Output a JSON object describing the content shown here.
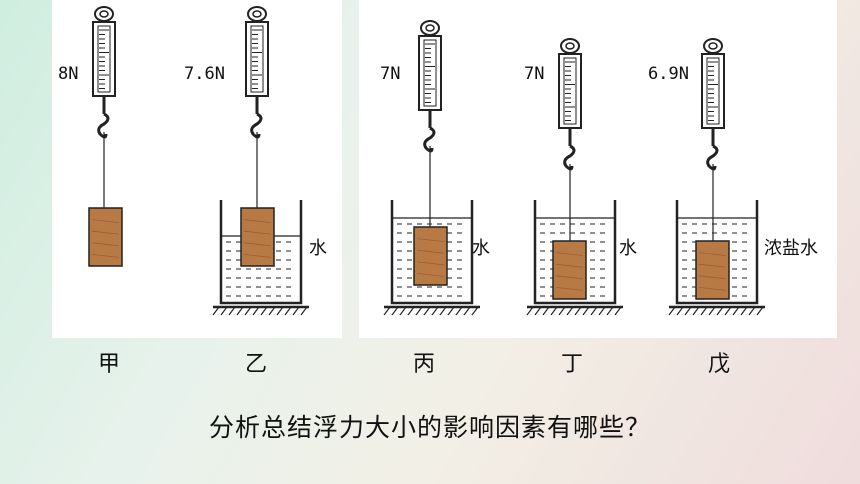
{
  "figures": [
    {
      "id": "jia",
      "reading": "8N",
      "liquid": "",
      "caption": "甲"
    },
    {
      "id": "yi",
      "reading": "7.6N",
      "liquid": "水",
      "caption": "乙"
    },
    {
      "id": "bing",
      "reading": "7N",
      "liquid": "水",
      "caption": "丙"
    },
    {
      "id": "ding",
      "reading": "7N",
      "liquid": "水",
      "caption": "丁"
    },
    {
      "id": "wu",
      "reading": "6.9N",
      "liquid": "浓盐水",
      "caption": "戊"
    }
  ],
  "question": "分析总结浮力大小的影响因素有哪些？",
  "colors": {
    "block": "#b87a45",
    "block_dark": "#8a552b",
    "stroke": "#222222",
    "panel": "#ffffff"
  }
}
